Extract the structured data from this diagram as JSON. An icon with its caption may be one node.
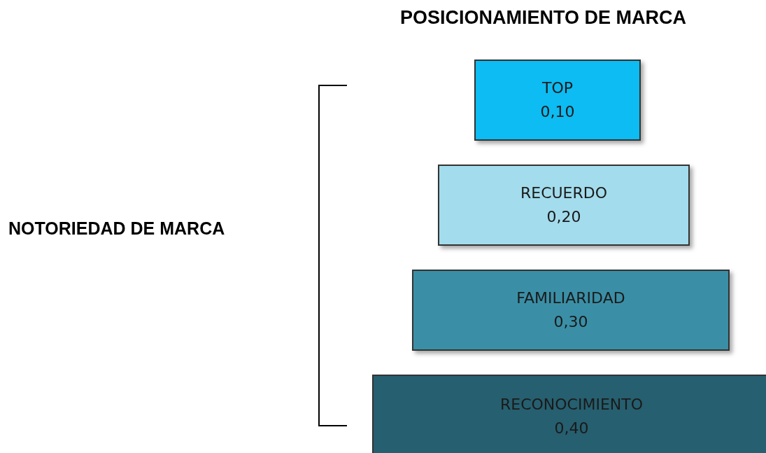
{
  "diagram": {
    "title": "POSICIONAMIENTO DE MARCA",
    "nodes": [
      {
        "text": [
          "TOP",
          "0,10"
        ]
      },
      {
        "text": [
          "RECUERDO",
          "0,20"
        ]
      },
      {
        "text": [
          "FAMILIARIDAD",
          "0,30"
        ]
      },
      {
        "text": [
          "RECONOCIMIENTO",
          "0,40"
        ]
      }
    ],
    "labels": [
      "NOTORIEDAD DE MARCA"
    ]
  }
}
